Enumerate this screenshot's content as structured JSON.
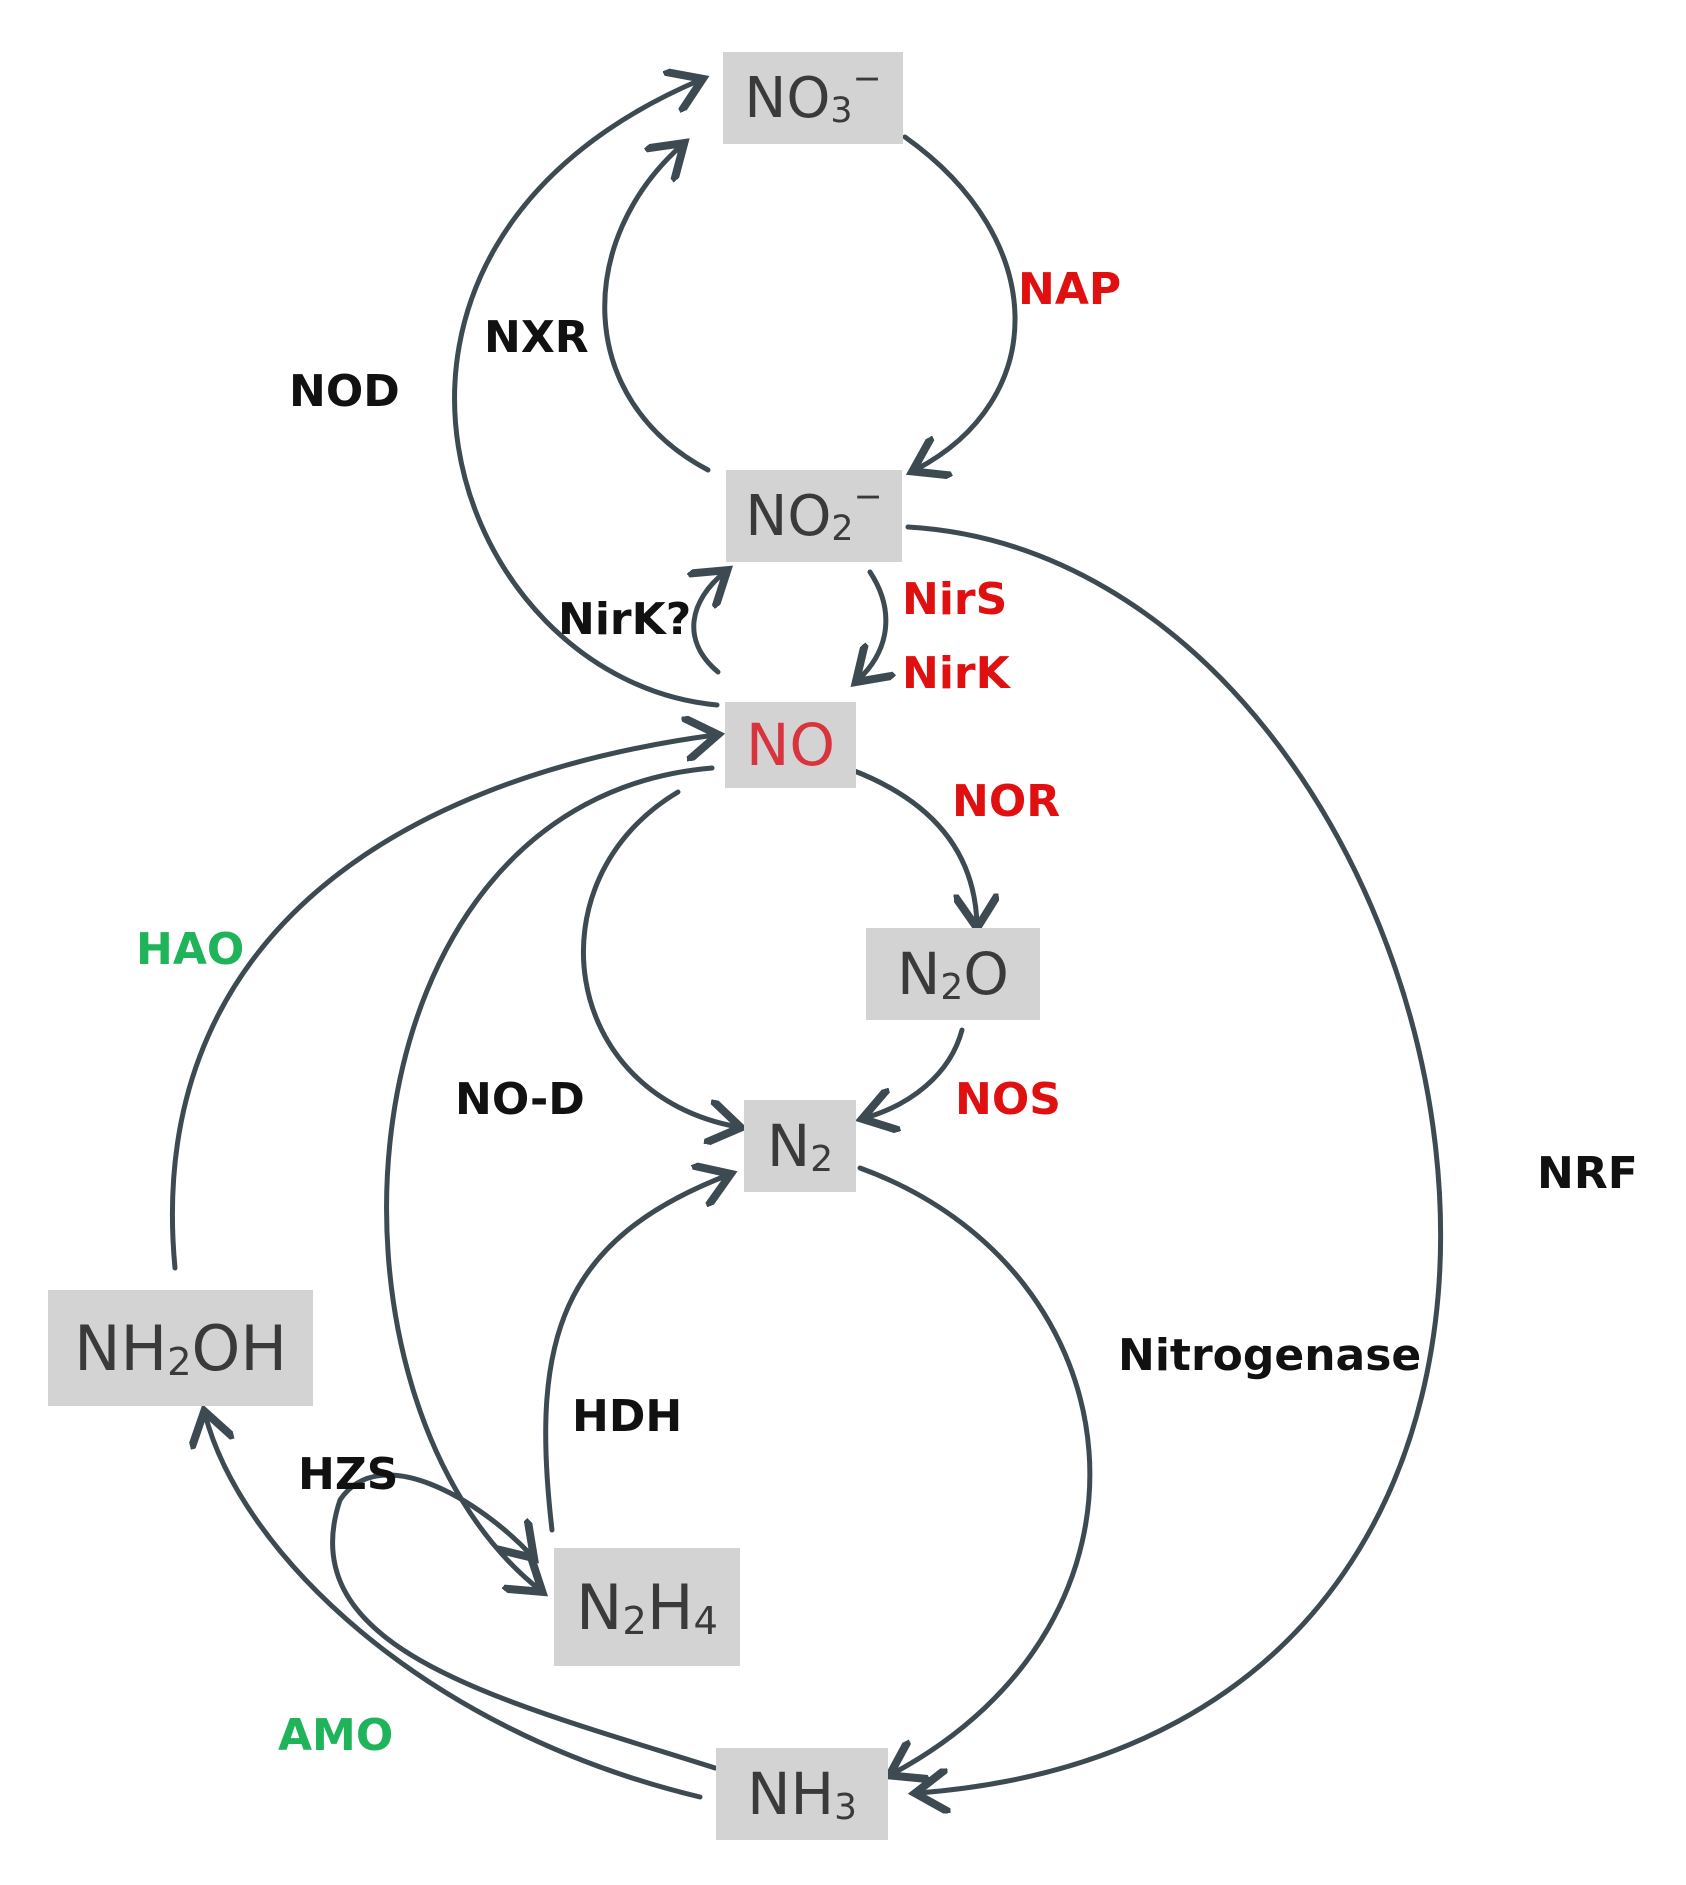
{
  "colors": {
    "arrow": "#3d4a52",
    "box": "#d3d3d3",
    "species_text": "#3a3a3a",
    "no_text": "#d8343e",
    "label_black": "#111111",
    "label_red": "#e01010",
    "label_green": "#1fb35a"
  },
  "species": {
    "no3": {
      "main": "NO",
      "sub": "3",
      "sup": "−"
    },
    "no2": {
      "main": "NO",
      "sub": "2",
      "sup": "−"
    },
    "no": {
      "main": "NO"
    },
    "n2o": {
      "a": "N",
      "sub": "2",
      "b": "O"
    },
    "n2": {
      "main": "N",
      "sub": "2"
    },
    "nh2oh": {
      "a": "NH",
      "sub": "2",
      "b": "OH"
    },
    "n2h4": {
      "a": "N",
      "sub1": "2",
      "b": "H",
      "sub2": "4"
    },
    "nh3": {
      "main": "NH",
      "sub": "3"
    }
  },
  "enzymes": {
    "nap": "NAP",
    "nxr": "NXR",
    "nod": "NOD",
    "nirk_q": "NirK?",
    "nirs": "NirS",
    "nirk": "NirK",
    "nor": "NOR",
    "hao": "HAO",
    "nos": "NOS",
    "no_d": "NO-D",
    "nrf": "NRF",
    "nitrogenase": "Nitrogenase",
    "hdh": "HDH",
    "hzs": "HZS",
    "amo": "AMO"
  }
}
